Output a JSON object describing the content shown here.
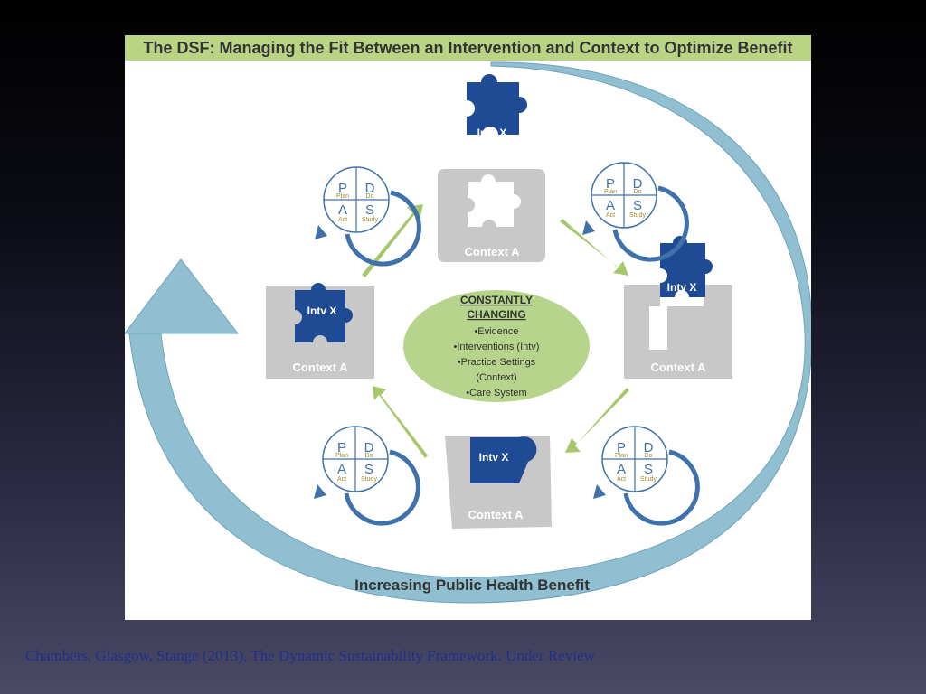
{
  "title": "The DSF: Managing the Fit Between an Intervention and Context to Optimize Benefit",
  "bottom_label": "Increasing Public Health Benefit",
  "center": {
    "heading_line1": "CONSTANTLY",
    "heading_line2": "CHANGING",
    "items": [
      "•Evidence",
      "•Interventions (Intv)",
      "•Practice Settings",
      "(Context)",
      "•Care System"
    ]
  },
  "intervention_label": "Intv X",
  "context_label": "Context A",
  "pdsa": {
    "p": "P",
    "d": "D",
    "a": "A",
    "s": "S",
    "plan": "Plan",
    "do": "Do",
    "act": "Act",
    "study": "Study"
  },
  "citation": "Chambers, Glasgow, Stange (2013), The Dynamic Sustainability Framework. Under Review",
  "colors": {
    "title_band": "#b9d584",
    "arrow_blue": "#8fbfd1",
    "puzzle_navy": "#1f4a94",
    "context_gray": "#c8c8c8",
    "arrow_green": "#a6c86a",
    "center_green": "#b6d48b",
    "citation_blue": "#1f2f8c"
  }
}
